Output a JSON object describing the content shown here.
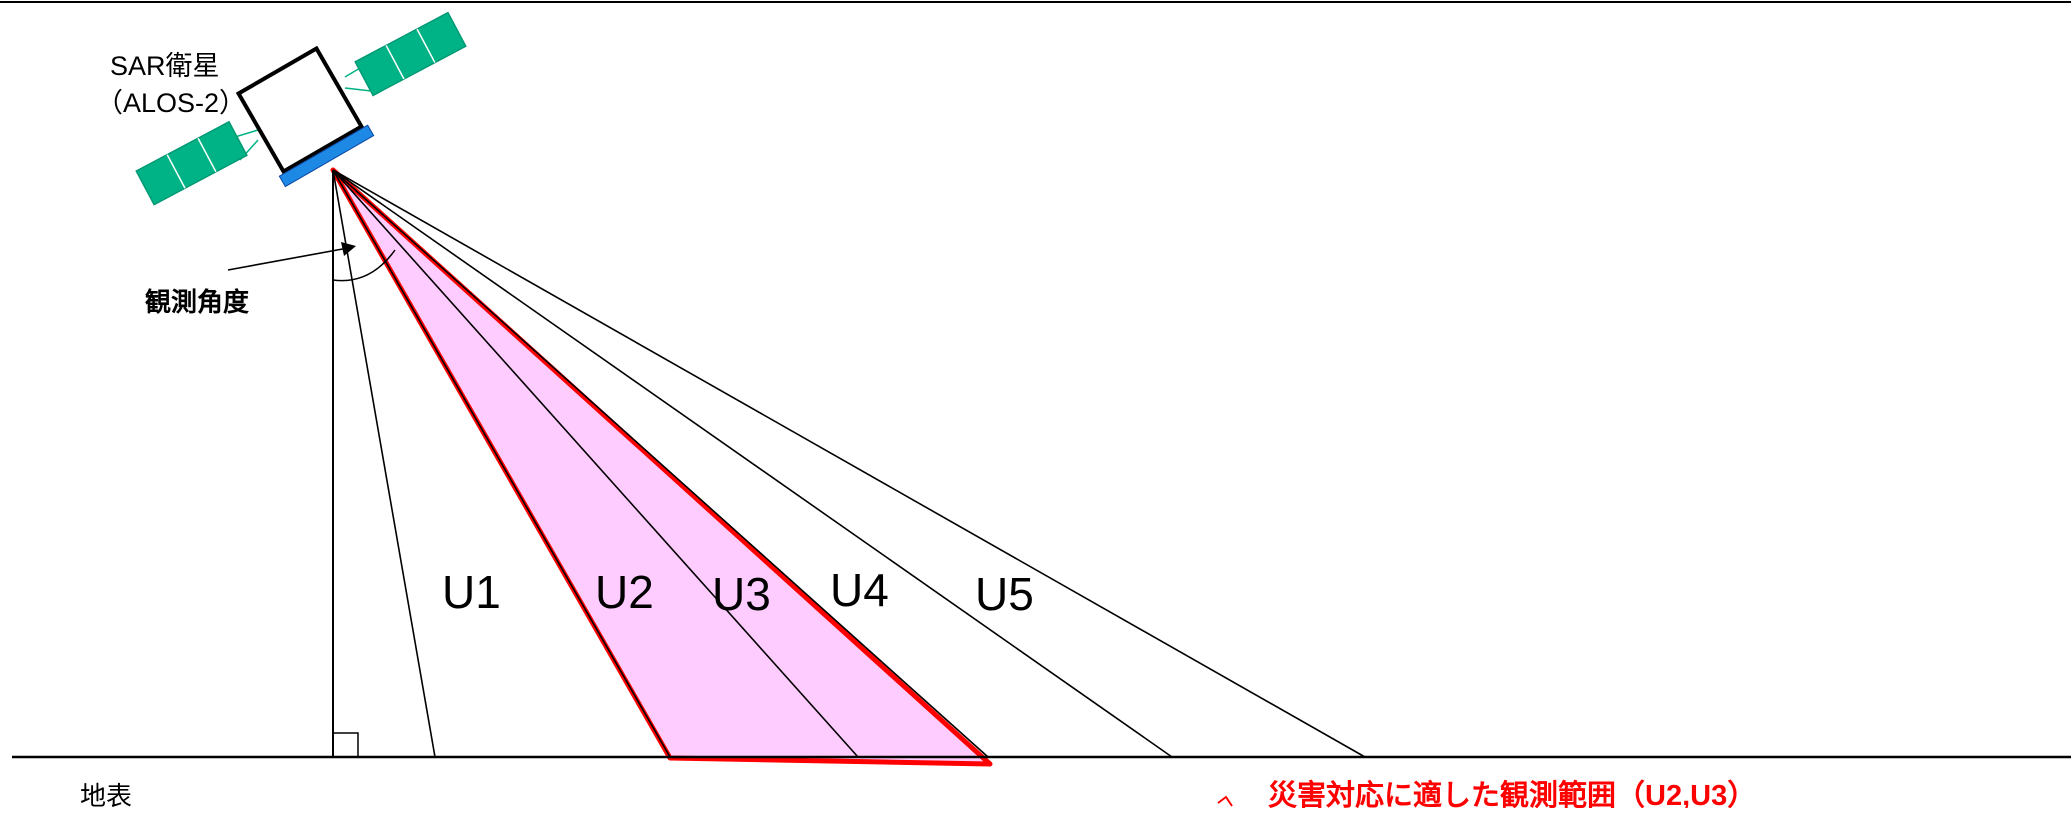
{
  "satellite": {
    "name": "SAR衛星",
    "model": "（ALOS-2）"
  },
  "angle_label": "観測角度",
  "beams": [
    "U1",
    "U2",
    "U3",
    "U4",
    "U5"
  ],
  "ground_label": "地表",
  "note": "災害対応に適した観測範囲（U2,U3）",
  "colors": {
    "highlight_fill": "#ffccff",
    "highlight_stroke": "#ff0000",
    "note_text": "#ff0000",
    "solar_panel": "#00b386",
    "antenna": "#1e88e5"
  }
}
